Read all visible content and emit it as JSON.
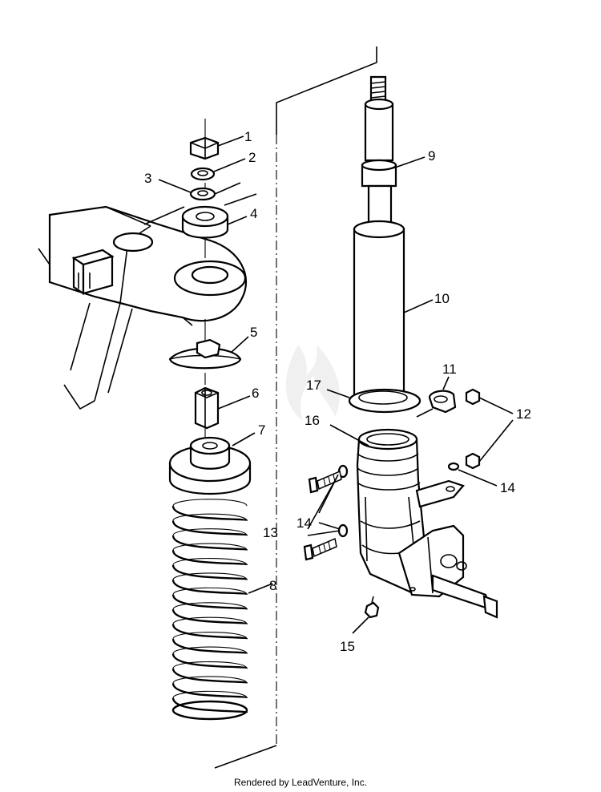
{
  "footer": {
    "credit": "Rendered by LeadVenture, Inc."
  },
  "callouts": [
    {
      "id": "c1",
      "text": "1"
    },
    {
      "id": "c2",
      "text": "2"
    },
    {
      "id": "c3",
      "text": "3"
    },
    {
      "id": "c4",
      "text": "4"
    },
    {
      "id": "c5",
      "text": "5"
    },
    {
      "id": "c6",
      "text": "6"
    },
    {
      "id": "c7",
      "text": "7"
    },
    {
      "id": "c8",
      "text": "8"
    },
    {
      "id": "c9",
      "text": "9"
    },
    {
      "id": "c10",
      "text": "10"
    },
    {
      "id": "c11",
      "text": "11"
    },
    {
      "id": "c12",
      "text": "12"
    },
    {
      "id": "c13",
      "text": "13"
    },
    {
      "id": "c14a",
      "text": "14"
    },
    {
      "id": "c14b",
      "text": "14"
    },
    {
      "id": "c15",
      "text": "15"
    },
    {
      "id": "c16",
      "text": "16"
    },
    {
      "id": "c17",
      "text": "17"
    }
  ],
  "colors": {
    "line": "#000000",
    "background": "#ffffff"
  }
}
